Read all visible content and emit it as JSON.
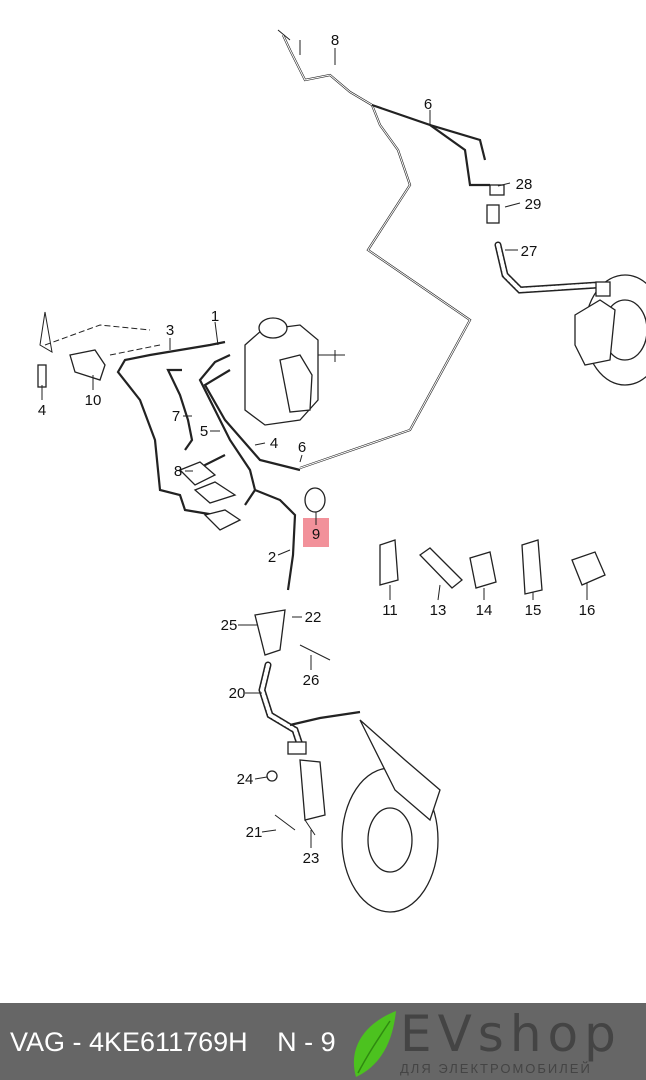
{
  "diagram": {
    "callouts": [
      "8",
      "6",
      "28",
      "29",
      "27",
      "3",
      "1",
      "4",
      "10",
      "7",
      "5",
      "4",
      "6",
      "8",
      "9",
      "2",
      "11",
      "13",
      "14",
      "15",
      "16",
      "25",
      "22",
      "26",
      "20",
      "24",
      "21",
      "23"
    ],
    "highlighted_callout": "9",
    "highlight_color": "#f07e88"
  },
  "footer": {
    "part_label": "VAG - 4KE611769H",
    "position_label": "N - 9",
    "brand": "EVshop",
    "brand_tagline": "ДЛЯ ЭЛЕКТРОМОБИЛЕЙ",
    "background_color": "#666666",
    "leaf_color": "#4cc21f"
  }
}
